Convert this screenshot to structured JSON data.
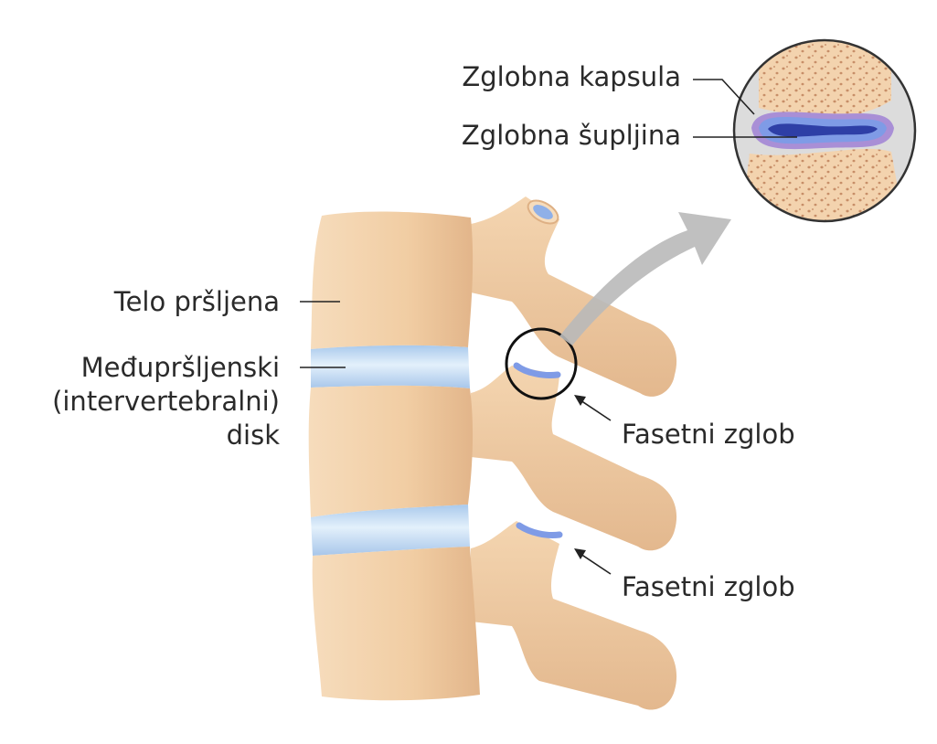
{
  "labels": {
    "vertebral_body": "Telo pršljena",
    "disc_line1": "Međupršljenski",
    "disc_line2": "(intervertebralni)",
    "disc_line3": "disk",
    "facet_joint_upper": "Fasetni zglob",
    "facet_joint_lower": "Fasetni zglob",
    "joint_capsule": "Zglobna kapsula",
    "joint_cavity": "Zglobna šupljina"
  },
  "colors": {
    "bone": "#f2cfa6",
    "bone_shadow": "#deb084",
    "disc": "#bcd9f2",
    "disc_highlight": "#dcecfa",
    "cartilage": "#7f9be6",
    "cavity": "#2e3fa6",
    "capsule": "#cfcfcf",
    "arrow": "#b9b9b9",
    "line": "#222222"
  }
}
